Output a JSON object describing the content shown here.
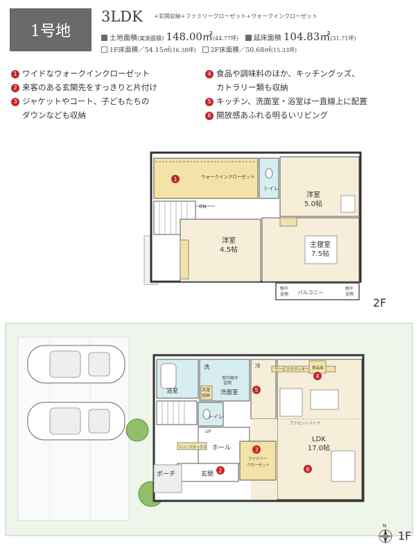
{
  "header": {
    "lot_label": "1号地",
    "layout": "3LDK",
    "options": "+玄関収納+ファミリークローゼット+ウォークインクローゼット"
  },
  "areas": {
    "land_label": "土地面積",
    "land_note": "(実測面積)",
    "land_value": "148.00㎡",
    "land_tsubo": "(44.77坪)",
    "total_label": "延床面積",
    "total_value": "104.83㎡",
    "total_tsubo": "(31.71坪)",
    "floor1_label": "1F床面積",
    "floor1_value": "／54.15㎡",
    "floor1_tsubo": "(16.38坪)",
    "floor2_label": "2F床面積",
    "floor2_value": "／50.68㎡",
    "floor2_tsubo": "(15.33坪)"
  },
  "features": [
    {
      "num": "1",
      "lines": [
        "ワイドなウォークインクローゼット"
      ]
    },
    {
      "num": "2",
      "lines": [
        "来客のある玄関先をすっきりと片付け"
      ]
    },
    {
      "num": "3",
      "lines": [
        "ジャケットやコート、子どもたちの",
        "ダウンなども収納"
      ]
    },
    {
      "num": "4",
      "lines": [
        "食品や調味料のほか、キッチングッズ、",
        "カトラリー類も収納"
      ]
    },
    {
      "num": "5",
      "lines": [
        "キッチン、洗面室・浴室は一直線上に配置"
      ]
    },
    {
      "num": "6",
      "lines": [
        "開放感あふれる明るいリビング"
      ]
    }
  ],
  "floor2": {
    "label": "2F",
    "wic": "ウォークインクローゼット",
    "toilet": "トイレ",
    "dn": "DN",
    "room1_name": "洋室",
    "room1_size": "5.0帖",
    "room2_name": "洋室",
    "room2_size": "4.5帖",
    "master_name": "主寝室",
    "master_size": "7.5帖",
    "balcony": "バルコニー",
    "hanger_a": "物干",
    "hanger_b": "金物"
  },
  "floor1": {
    "label": "1F",
    "north": "N",
    "bath": "浴室",
    "wash": "洗",
    "washroom": "洗面室",
    "indoor_dry_a": "室内物干",
    "indoor_dry_b": "金物",
    "storage_a": "洗濯",
    "storage_b": "収納",
    "toilet": "トイレ",
    "up": "UP",
    "fridge": "冷",
    "service_counter": "サービスカウンター",
    "pantry": "食品庫",
    "accent_pipe": "アクセントパイプ",
    "ldk_name": "LDK",
    "ldk_size": "17.0帖",
    "hall": "ホール",
    "shoebox": "シューズボックス",
    "family_closet_a": "ファミリー",
    "family_closet_b": "クローゼット",
    "entrance": "玄関",
    "porch": "ポーチ"
  },
  "colors": {
    "accent": "#c0262b",
    "badge": "#6a6a6a",
    "room_fill": "#f6eed8",
    "closet_fill": "#f3e3a6",
    "wet_fill": "#d7eef1",
    "lawn": "#eef5ea"
  }
}
